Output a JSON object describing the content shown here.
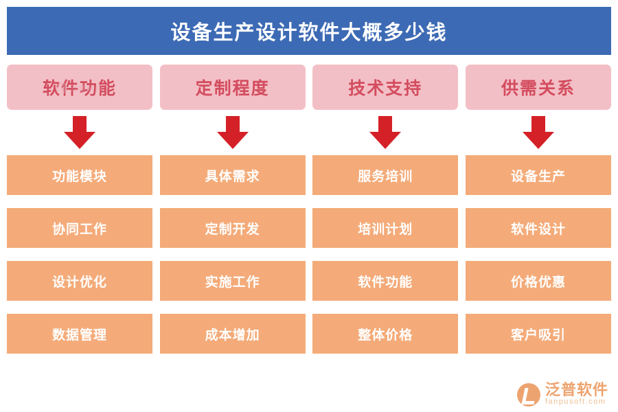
{
  "title": "设备生产设计软件大概多少钱",
  "columns": [
    {
      "head": "软件功能",
      "items": [
        "功能模块",
        "协同工作",
        "设计优化",
        "数据管理"
      ]
    },
    {
      "head": "定制程度",
      "items": [
        "具体需求",
        "定制开发",
        "实施工作",
        "成本增加"
      ]
    },
    {
      "head": "技术支持",
      "items": [
        "服务培训",
        "培训计划",
        "软件功能",
        "整体价格"
      ]
    },
    {
      "head": "供需关系",
      "items": [
        "设备生产",
        "软件设计",
        "价格优惠",
        "客户吸引"
      ]
    }
  ],
  "watermark_small": "泛普软件",
  "logo": {
    "cn": "泛普软件",
    "en": "fanpusoft.com"
  },
  "colors": {
    "title_bg": "#3d6ab4",
    "head_bg": "#f3bfc6",
    "head_text": "#d34c5e",
    "item_bg": "#f4ab79",
    "arrow": "#d42127",
    "logo": "#e8853f"
  }
}
